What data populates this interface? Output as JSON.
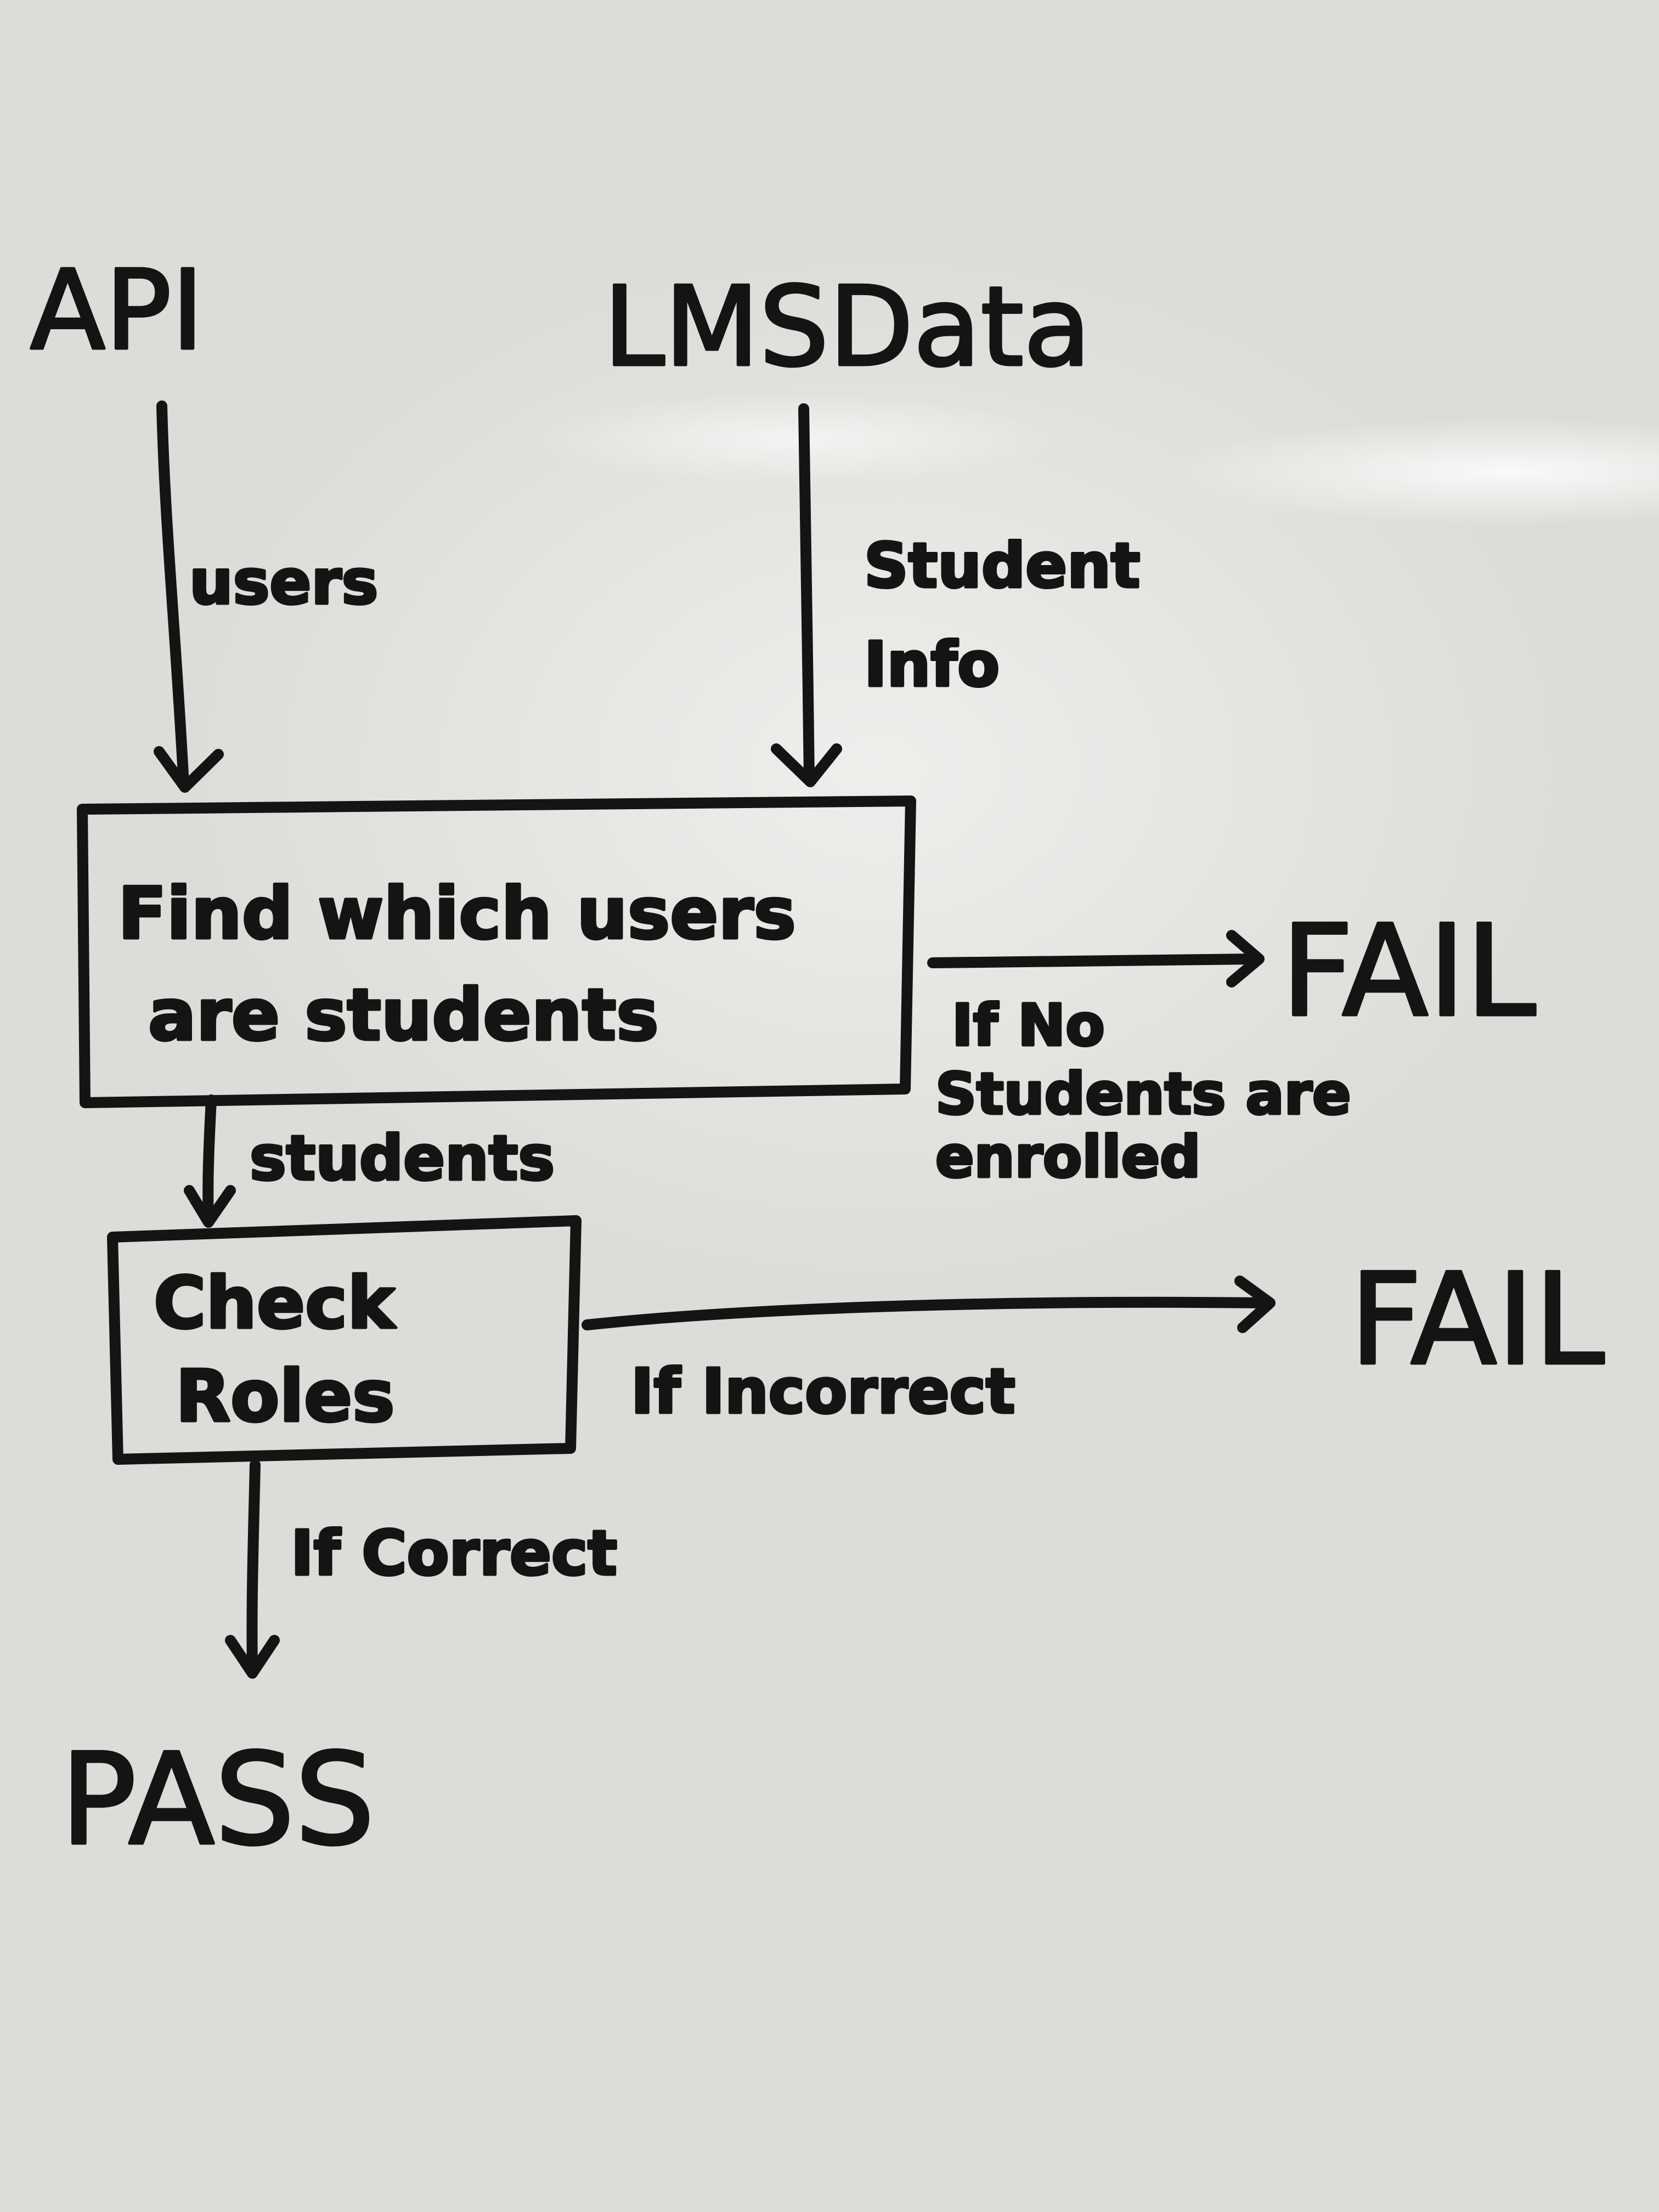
{
  "diagram": {
    "nodes": {
      "api": {
        "label": "API"
      },
      "lms": {
        "label": "LMSData"
      },
      "find": {
        "line1": "Find which users",
        "line2": "are students"
      },
      "check": {
        "line1": "Check",
        "line2": "Roles"
      },
      "fail1": {
        "label": "FAIL"
      },
      "fail2": {
        "label": "FAIL"
      },
      "pass": {
        "label": "PASS"
      }
    },
    "edges": {
      "api_find": {
        "label": "users"
      },
      "lms_find": {
        "line1": "Student",
        "line2": "Info"
      },
      "find_check": {
        "label": "students"
      },
      "find_fail": {
        "line1": "If No",
        "line2": "Students are",
        "line3": "enrolled"
      },
      "check_fail": {
        "label": "If Incorrect"
      },
      "check_pass": {
        "label": "If Correct"
      }
    }
  }
}
